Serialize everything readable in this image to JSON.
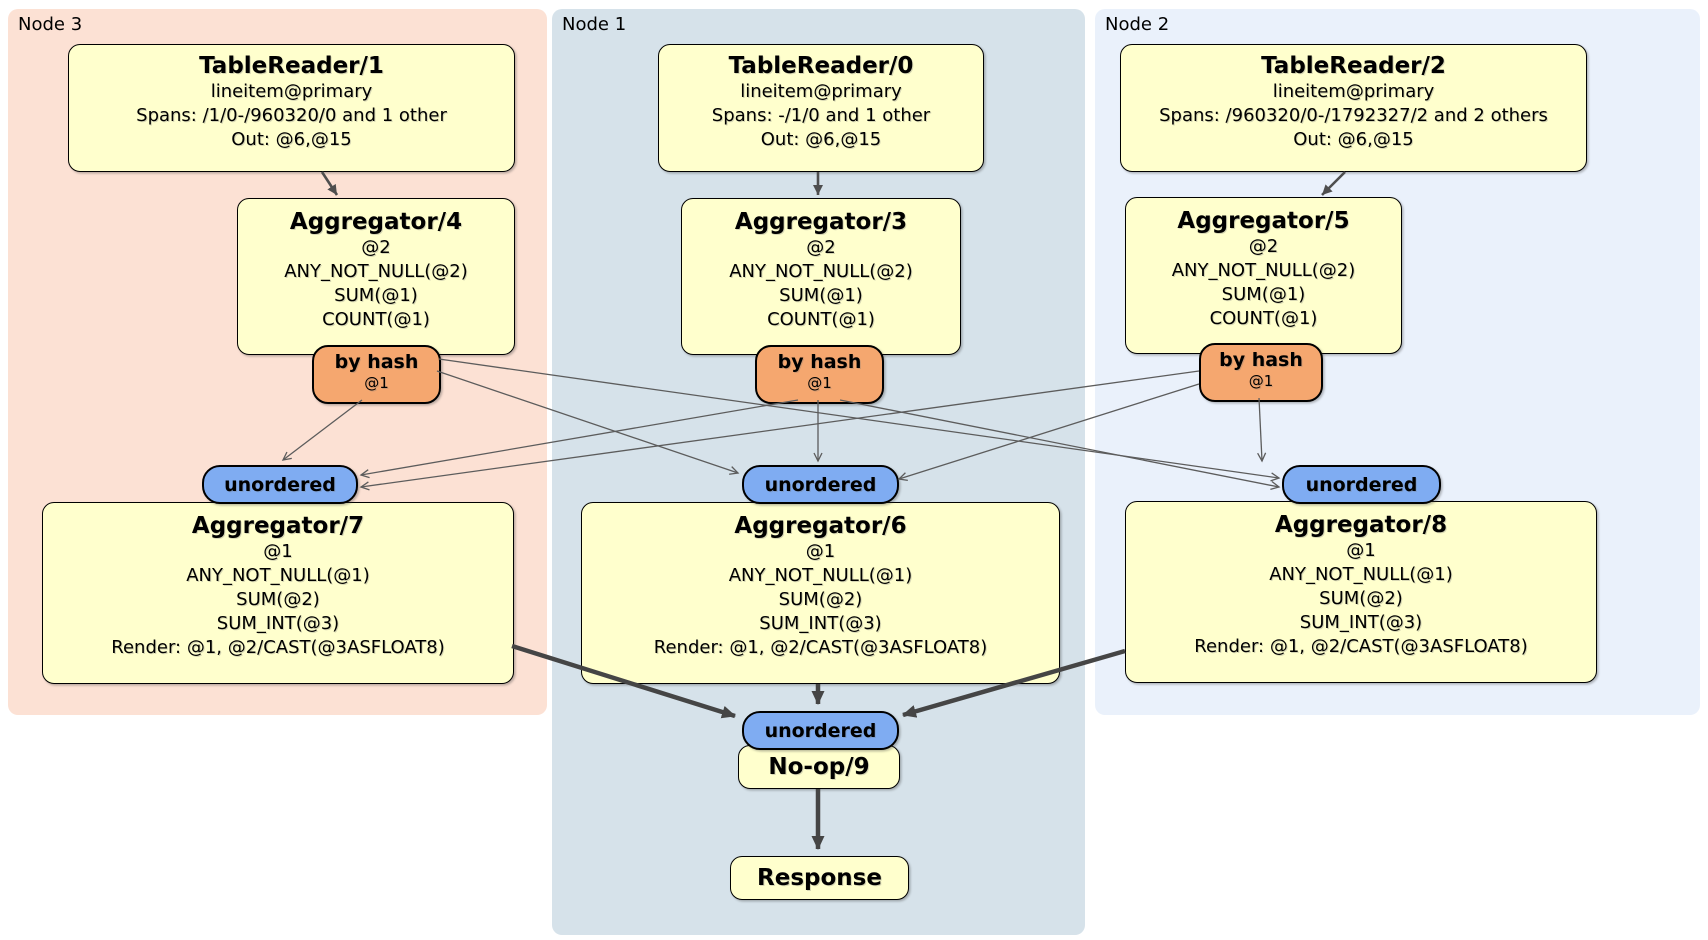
{
  "colors": {
    "node3_bg": "#fce1d4",
    "node1_bg": "#d6e2ea",
    "node2_bg": "#eaf1fb",
    "box_bg": "#ffffcd",
    "router_bg": "#f5a76f",
    "oval_bg": "#7facf2",
    "edge": "#5c5c5c"
  },
  "regions": [
    {
      "label": "Node 3"
    },
    {
      "label": "Node 1"
    },
    {
      "label": "Node 2"
    }
  ],
  "routers": {
    "by_hash_label": "by hash",
    "by_hash_sub": "@1",
    "unordered_label": "unordered"
  },
  "boxes": {
    "tr1": {
      "title": "TableReader/1",
      "lines": [
        "lineitem@primary",
        "Spans: /1/0-/960320/0 and 1 other",
        "Out: @6,@15"
      ]
    },
    "tr0": {
      "title": "TableReader/0",
      "lines": [
        "lineitem@primary",
        "Spans: -/1/0 and 1 other",
        "Out: @6,@15"
      ]
    },
    "tr2": {
      "title": "TableReader/2",
      "lines": [
        "lineitem@primary",
        "Spans: /960320/0-/1792327/2 and 2 others",
        "Out: @6,@15"
      ]
    },
    "agg4": {
      "title": "Aggregator/4",
      "lines": [
        "@2",
        "ANY_NOT_NULL(@2)",
        "SUM(@1)",
        "COUNT(@1)"
      ]
    },
    "agg3": {
      "title": "Aggregator/3",
      "lines": [
        "@2",
        "ANY_NOT_NULL(@2)",
        "SUM(@1)",
        "COUNT(@1)"
      ]
    },
    "agg5": {
      "title": "Aggregator/5",
      "lines": [
        "@2",
        "ANY_NOT_NULL(@2)",
        "SUM(@1)",
        "COUNT(@1)"
      ]
    },
    "agg7": {
      "title": "Aggregator/7",
      "lines": [
        "@1",
        "ANY_NOT_NULL(@1)",
        "SUM(@2)",
        "SUM_INT(@3)",
        "Render: @1, @2/CAST(@3ASFLOAT8)"
      ]
    },
    "agg6": {
      "title": "Aggregator/6",
      "lines": [
        "@1",
        "ANY_NOT_NULL(@1)",
        "SUM(@2)",
        "SUM_INT(@3)",
        "Render: @1, @2/CAST(@3ASFLOAT8)"
      ]
    },
    "agg8": {
      "title": "Aggregator/8",
      "lines": [
        "@1",
        "ANY_NOT_NULL(@1)",
        "SUM(@2)",
        "SUM_INT(@3)",
        "Render: @1, @2/CAST(@3ASFLOAT8)"
      ]
    },
    "noop": {
      "title": "No-op/9"
    },
    "response": {
      "title": "Response"
    }
  }
}
